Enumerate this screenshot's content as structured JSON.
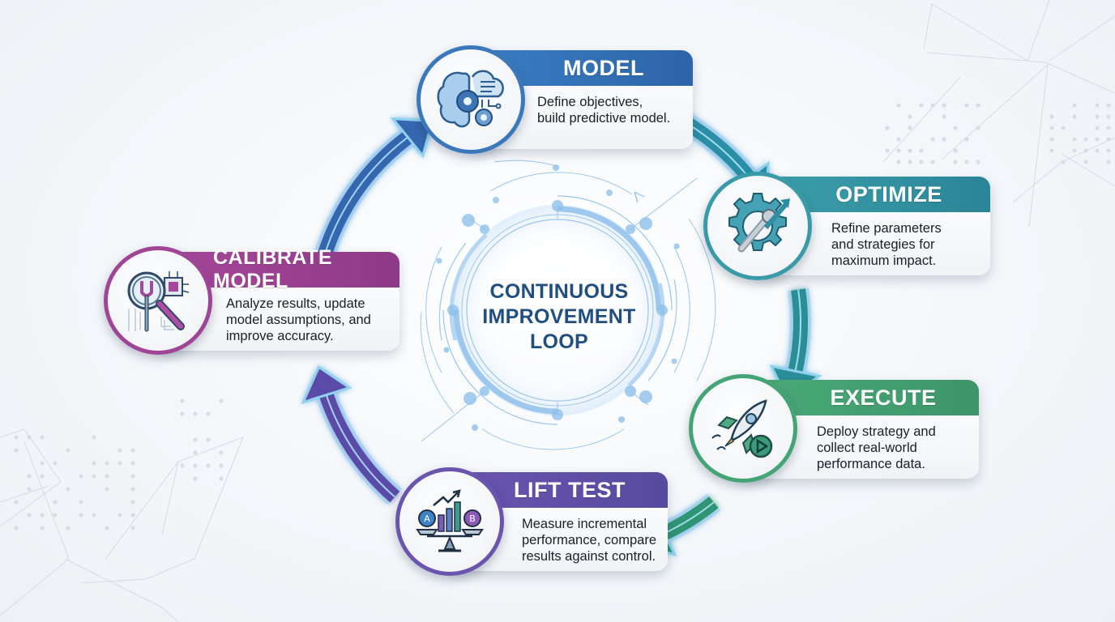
{
  "diagram": {
    "title": "CONTINUOUS\nIMPROVEMENT\nLOOP",
    "flow": [
      "model",
      "optimize",
      "execute",
      "lift_test",
      "calibrate_model"
    ],
    "steps": {
      "model": {
        "title": "MODEL",
        "description": "Define objectives,\nbuild predictive model.",
        "icon": "brain-gears-cloud-icon",
        "color": "#2f6fb3"
      },
      "optimize": {
        "title": "OPTIMIZE",
        "description": "Refine parameters\nand strategies for\nmaximum impact.",
        "icon": "gear-wrench-arrow-icon",
        "color": "#2f93a3"
      },
      "execute": {
        "title": "EXECUTE",
        "description": "Deploy strategy and\ncollect real-world\nperformance data.",
        "icon": "rocket-play-icon",
        "color": "#3f9d6e"
      },
      "lift_test": {
        "title": "LIFT TEST",
        "description": "Measure incremental\nperformance, compare\nresults against control.",
        "icon": "ab-scale-chart-icon",
        "icon_labels": [
          "A",
          "B"
        ],
        "color": "#5b4aa6"
      },
      "calibrate_model": {
        "title": "CALIBRATE MODEL",
        "description": "Analyze results, update\nmodel assumptions, and\nimprove accuracy.",
        "icon": "magnifier-tuning-fork-chip-icon",
        "color": "#9a3b8f"
      }
    },
    "arrow_colors": {
      "model_to_optimize": "#2c8fa6",
      "optimize_to_execute": "#2a8e98",
      "execute_to_lift_test": "#2f9474",
      "lift_test_to_calibrate": "#5a4ba8",
      "calibrate_to_model": "#3466b0"
    },
    "center_accent": "#4a90d9",
    "text_color": "#1f4e7f"
  }
}
